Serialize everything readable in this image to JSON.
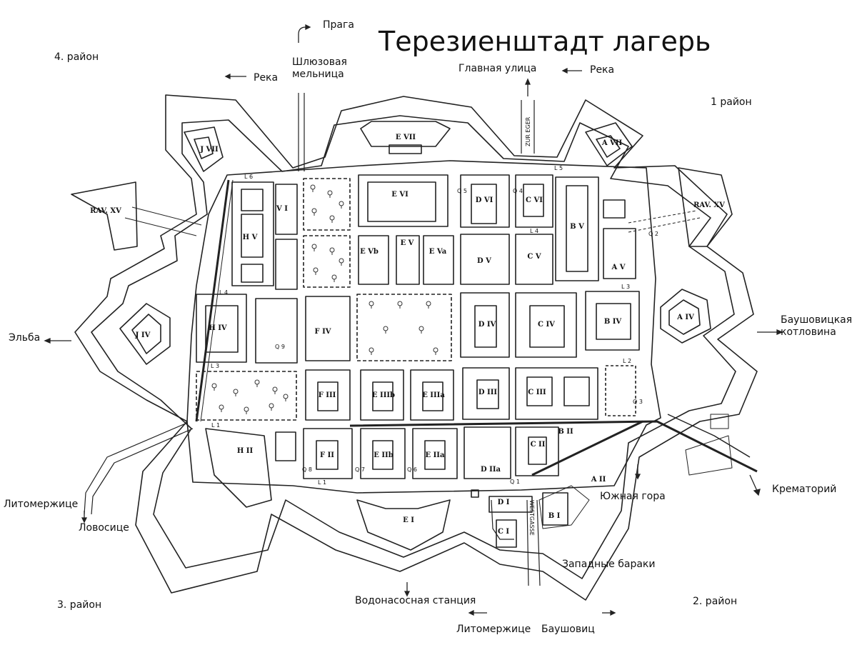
{
  "title": "Терезиенштадт лагерь",
  "labels": {
    "district4": "4. район",
    "district1": "1 район",
    "district3": "3. район",
    "district2": "2. район",
    "praha": "Прага",
    "sluice_mill": "Шлюзовая\nмельница",
    "river_left": "Река",
    "main_street": "Главная улица",
    "river_right": "Река",
    "elbe": "Эльба",
    "bauschowitz_basin": "Баушовицкая\nкотловина",
    "crematorium": "Крематорий",
    "south_hill": "Южная гора",
    "litomerice_left": "Литомержице",
    "lovosice": "Ловосице",
    "west_barracks": "Западные бараки",
    "water_station": "Водонасосная станция",
    "litomerice_bottom": "Литомержице",
    "bauschowitz": "Баушовиц"
  },
  "blocks": [
    "E VII",
    "E VI",
    "D VI",
    "C VI",
    "B V",
    "H V",
    "V I",
    "E Vb",
    "E V",
    "E Va",
    "D V",
    "C V",
    "A V",
    "H IV",
    "F IV",
    "D IV",
    "C IV",
    "B IV",
    "A IV",
    "J IV",
    "F III",
    "E IIIb",
    "E IIIa",
    "D III",
    "C III",
    "F II",
    "E IIb",
    "E IIa",
    "D IIa",
    "C II",
    "B II",
    "H II",
    "A II",
    "E I",
    "D I",
    "B I",
    "C I",
    "J VII",
    "A VII",
    "RAV. XV",
    "RAV. XV"
  ],
  "streets": [
    "L 6",
    "L 5",
    "L 4",
    "L 4",
    "L 3",
    "L 3",
    "L 2",
    "L 1",
    "L 1",
    "Q 1",
    "Q 2",
    "Q 3",
    "Q 4",
    "Q 5",
    "Q 6",
    "Q 7",
    "Q 8",
    "Q 9"
  ],
  "road_signs": [
    "WESTGASSE",
    "ZUR EGER"
  ]
}
